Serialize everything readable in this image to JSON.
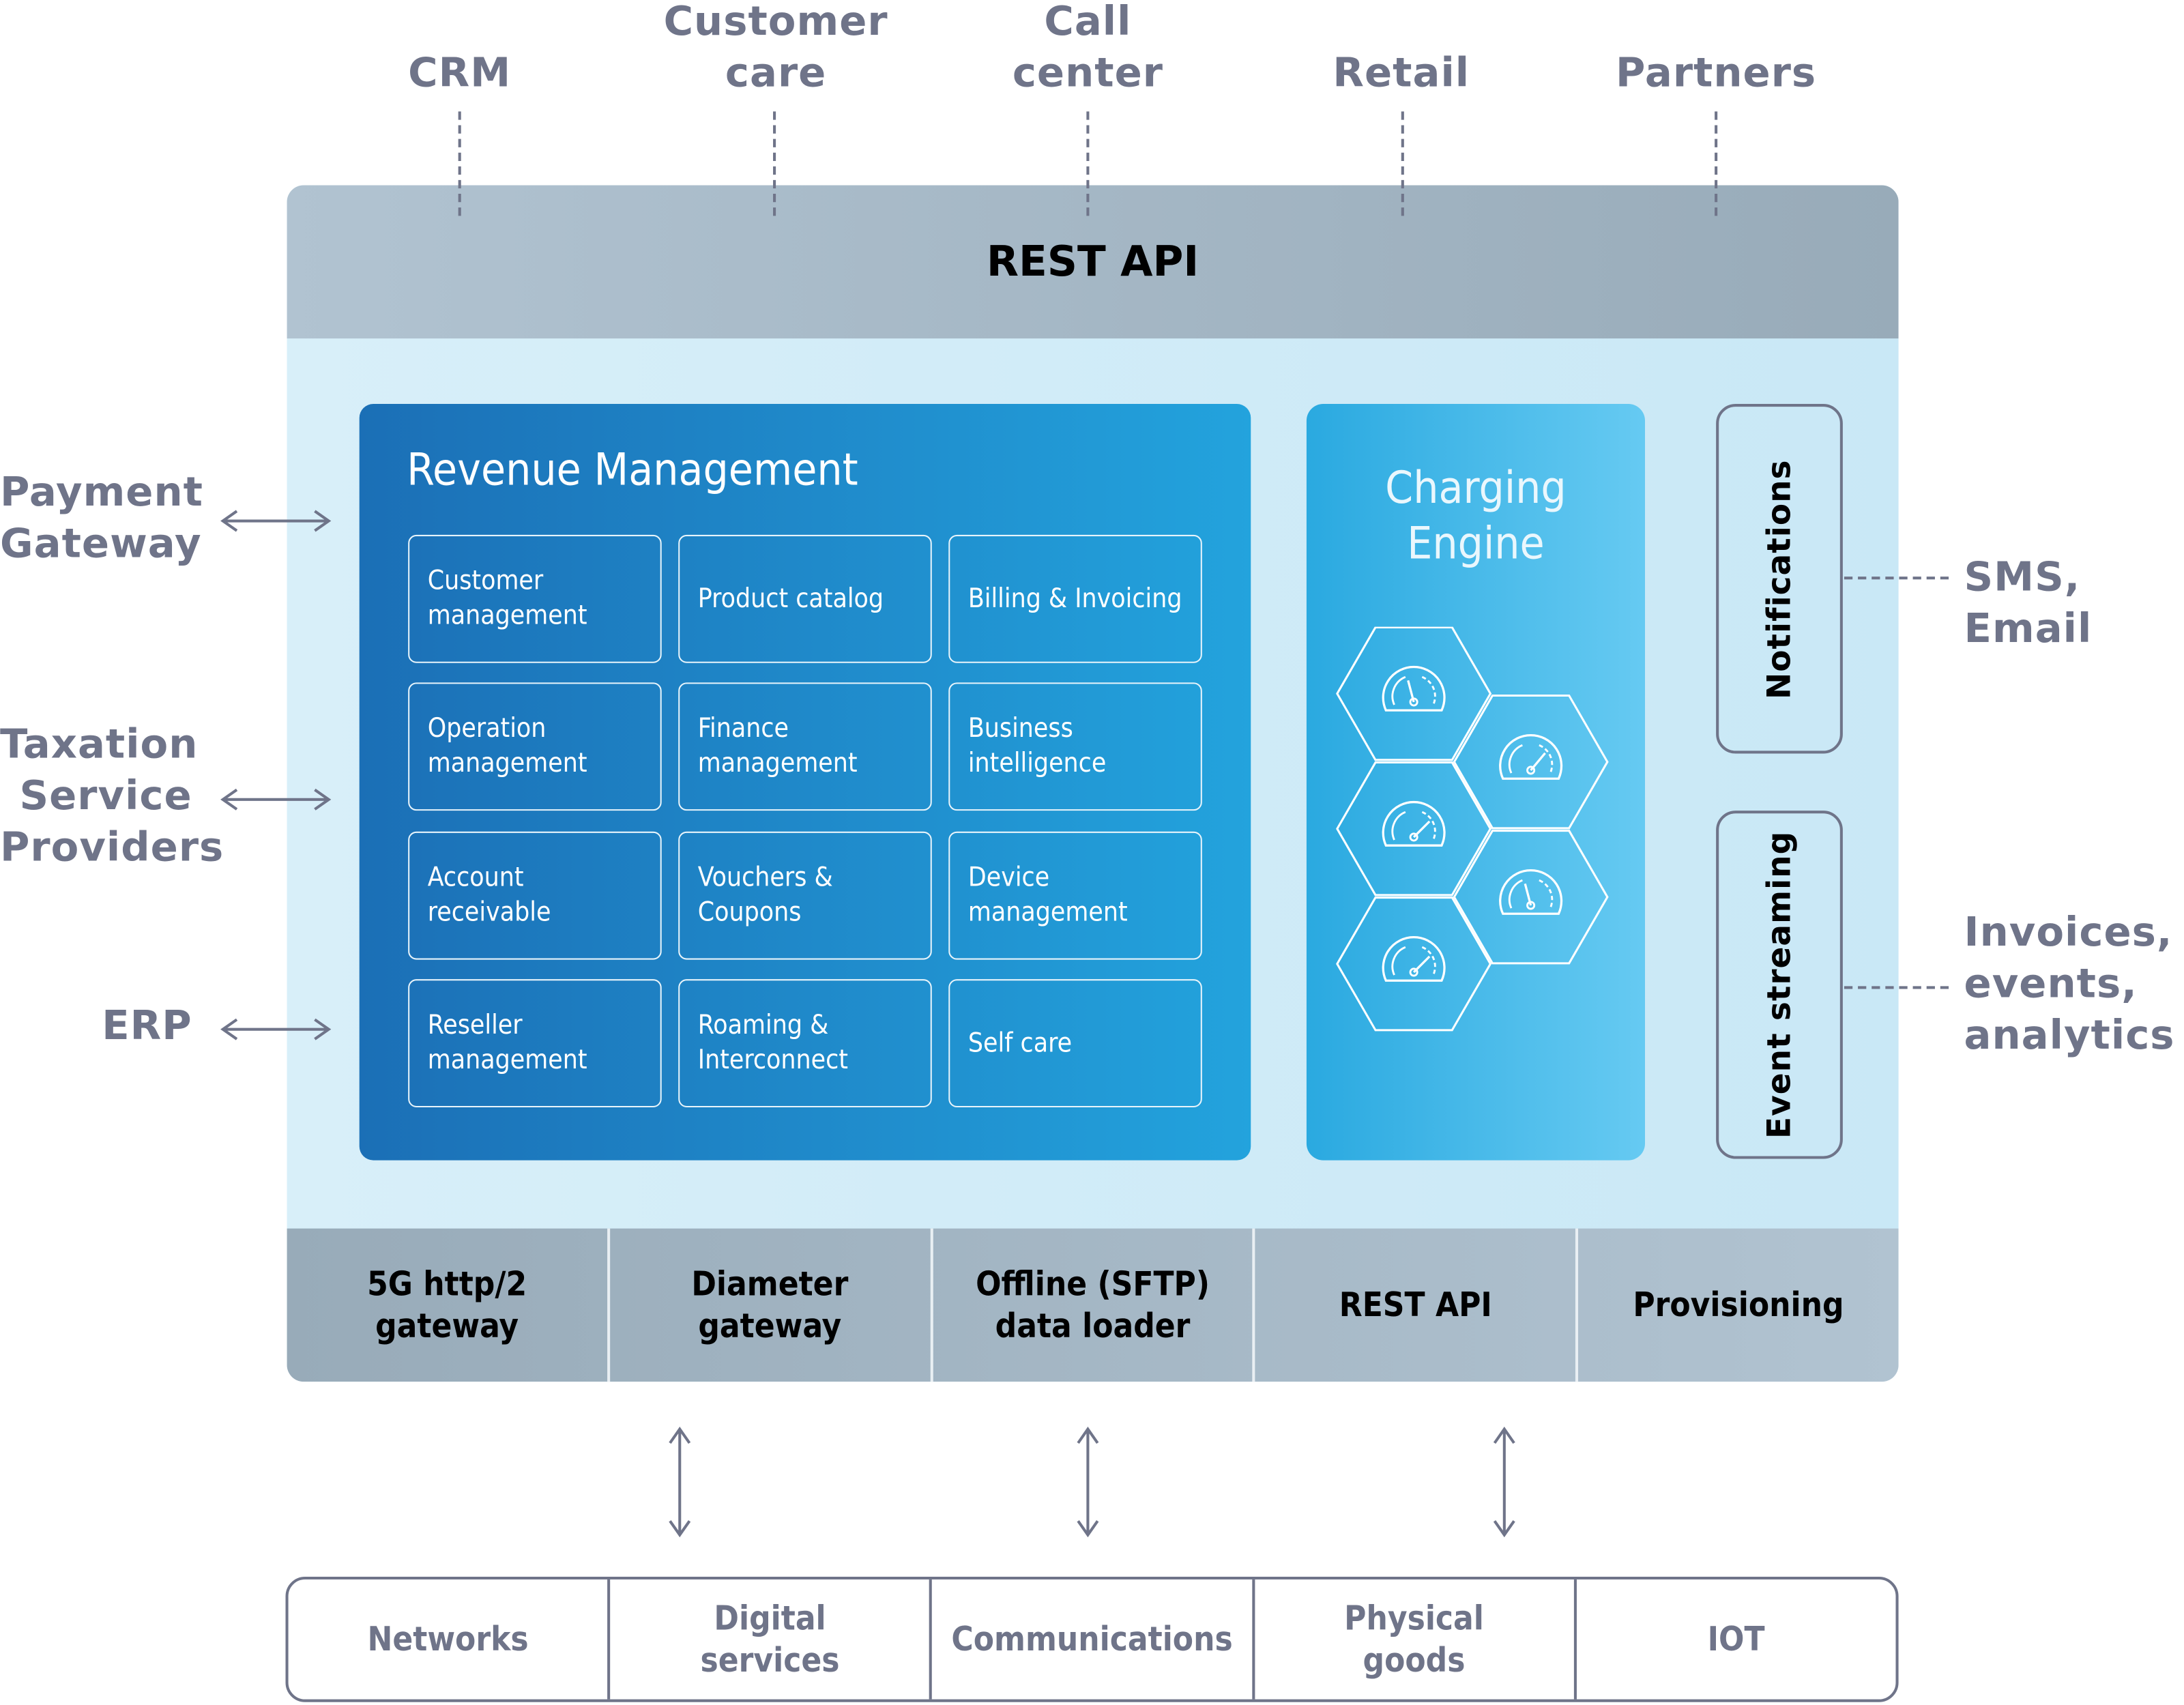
{
  "top_consumers": [
    {
      "label": "CRM"
    },
    {
      "label": "Customer\ncare"
    },
    {
      "label": "Call\ncenter"
    },
    {
      "label": "Retail"
    },
    {
      "label": "Partners"
    }
  ],
  "top_api": {
    "label": "REST API"
  },
  "left_integrations": [
    {
      "label": "Payment\nGateway"
    },
    {
      "label": "Taxation\nService\nProviders"
    },
    {
      "label": "ERP"
    }
  ],
  "revenue_management": {
    "title": "Revenue Management",
    "modules": [
      "Customer management",
      "Product catalog",
      "Billing & Invoicing",
      "Operation management",
      "Finance management",
      "Business intelligence",
      "Account receivable",
      "Vouchers & Coupons",
      "Device management",
      "Reseller management",
      "Roaming & Interconnect",
      "Self care"
    ]
  },
  "charging_engine": {
    "title": "Charging\nEngine",
    "icon": "speedometer-icon",
    "icon_count": 5
  },
  "side_services": [
    {
      "label": "Notifications",
      "output": "SMS, Email"
    },
    {
      "label": "Event streaming",
      "output": "Invoices,\nevents,\nanalytics"
    }
  ],
  "gateways": [
    {
      "label": "5G http/2\ngateway"
    },
    {
      "label": "Diameter\ngateway"
    },
    {
      "label": "Offline (SFTP)\ndata loader"
    },
    {
      "label": "REST API"
    },
    {
      "label": "Provisioning"
    }
  ],
  "sources": [
    {
      "label": "Networks"
    },
    {
      "label": "Digital\nservices"
    },
    {
      "label": "Communications"
    },
    {
      "label": "Physical\ngoods"
    },
    {
      "label": "IOT"
    }
  ],
  "colors": {
    "label_gray": "#6f7489",
    "revenue_blue_start": "#1b6fb6",
    "revenue_blue_end": "#23a3dd",
    "charging_blue_start": "#2aa9e0",
    "charging_blue_end": "#66caf2",
    "api_gray": "#a5b7c5",
    "canvas_light_blue": "#d3ecf8"
  }
}
